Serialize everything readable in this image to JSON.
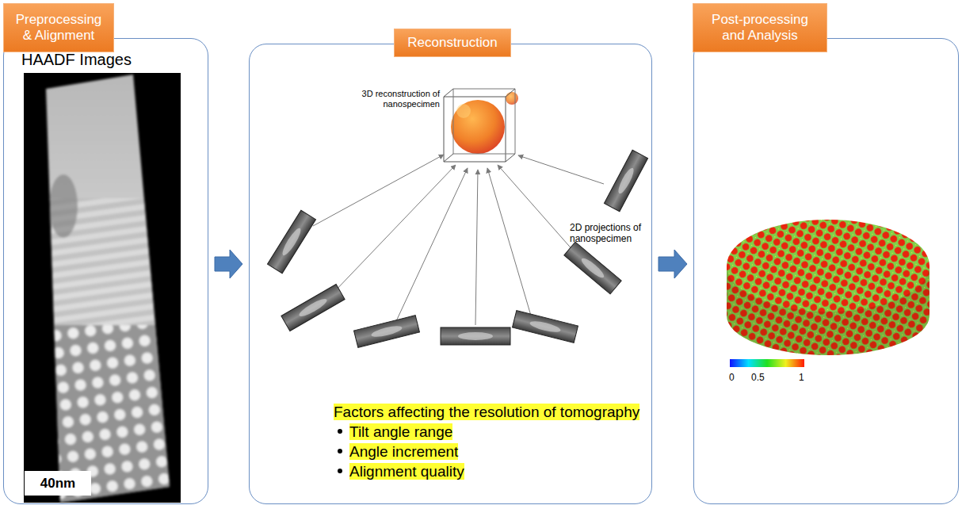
{
  "diagram": {
    "nodes": [
      {
        "text": [
          "Preprocessing & Alignment"
        ]
      },
      {
        "text": [
          "HAADF Images"
        ]
      },
      {
        "text": [
          "40nm"
        ],
        "in": 1
      },
      {
        "text": [
          "Reconstruction"
        ]
      },
      {
        "text": [
          "3D reconstruction of nanospecimen",
          "2D projections of nanospecimen",
          "Factors affecting the resolution of tomography",
          "Tilt angle range",
          "Angle increment",
          "Alignment quality"
        ]
      },
      {
        "text": [
          "Post-processing and Analysis"
        ]
      },
      {
        "text": [
          "0",
          "0.5",
          "1"
        ]
      }
    ],
    "edges": [
      {
        "from": 1,
        "to": 4,
        "arrow": "to"
      },
      {
        "from": 4,
        "to": 6,
        "arrow": "to"
      }
    ]
  }
}
